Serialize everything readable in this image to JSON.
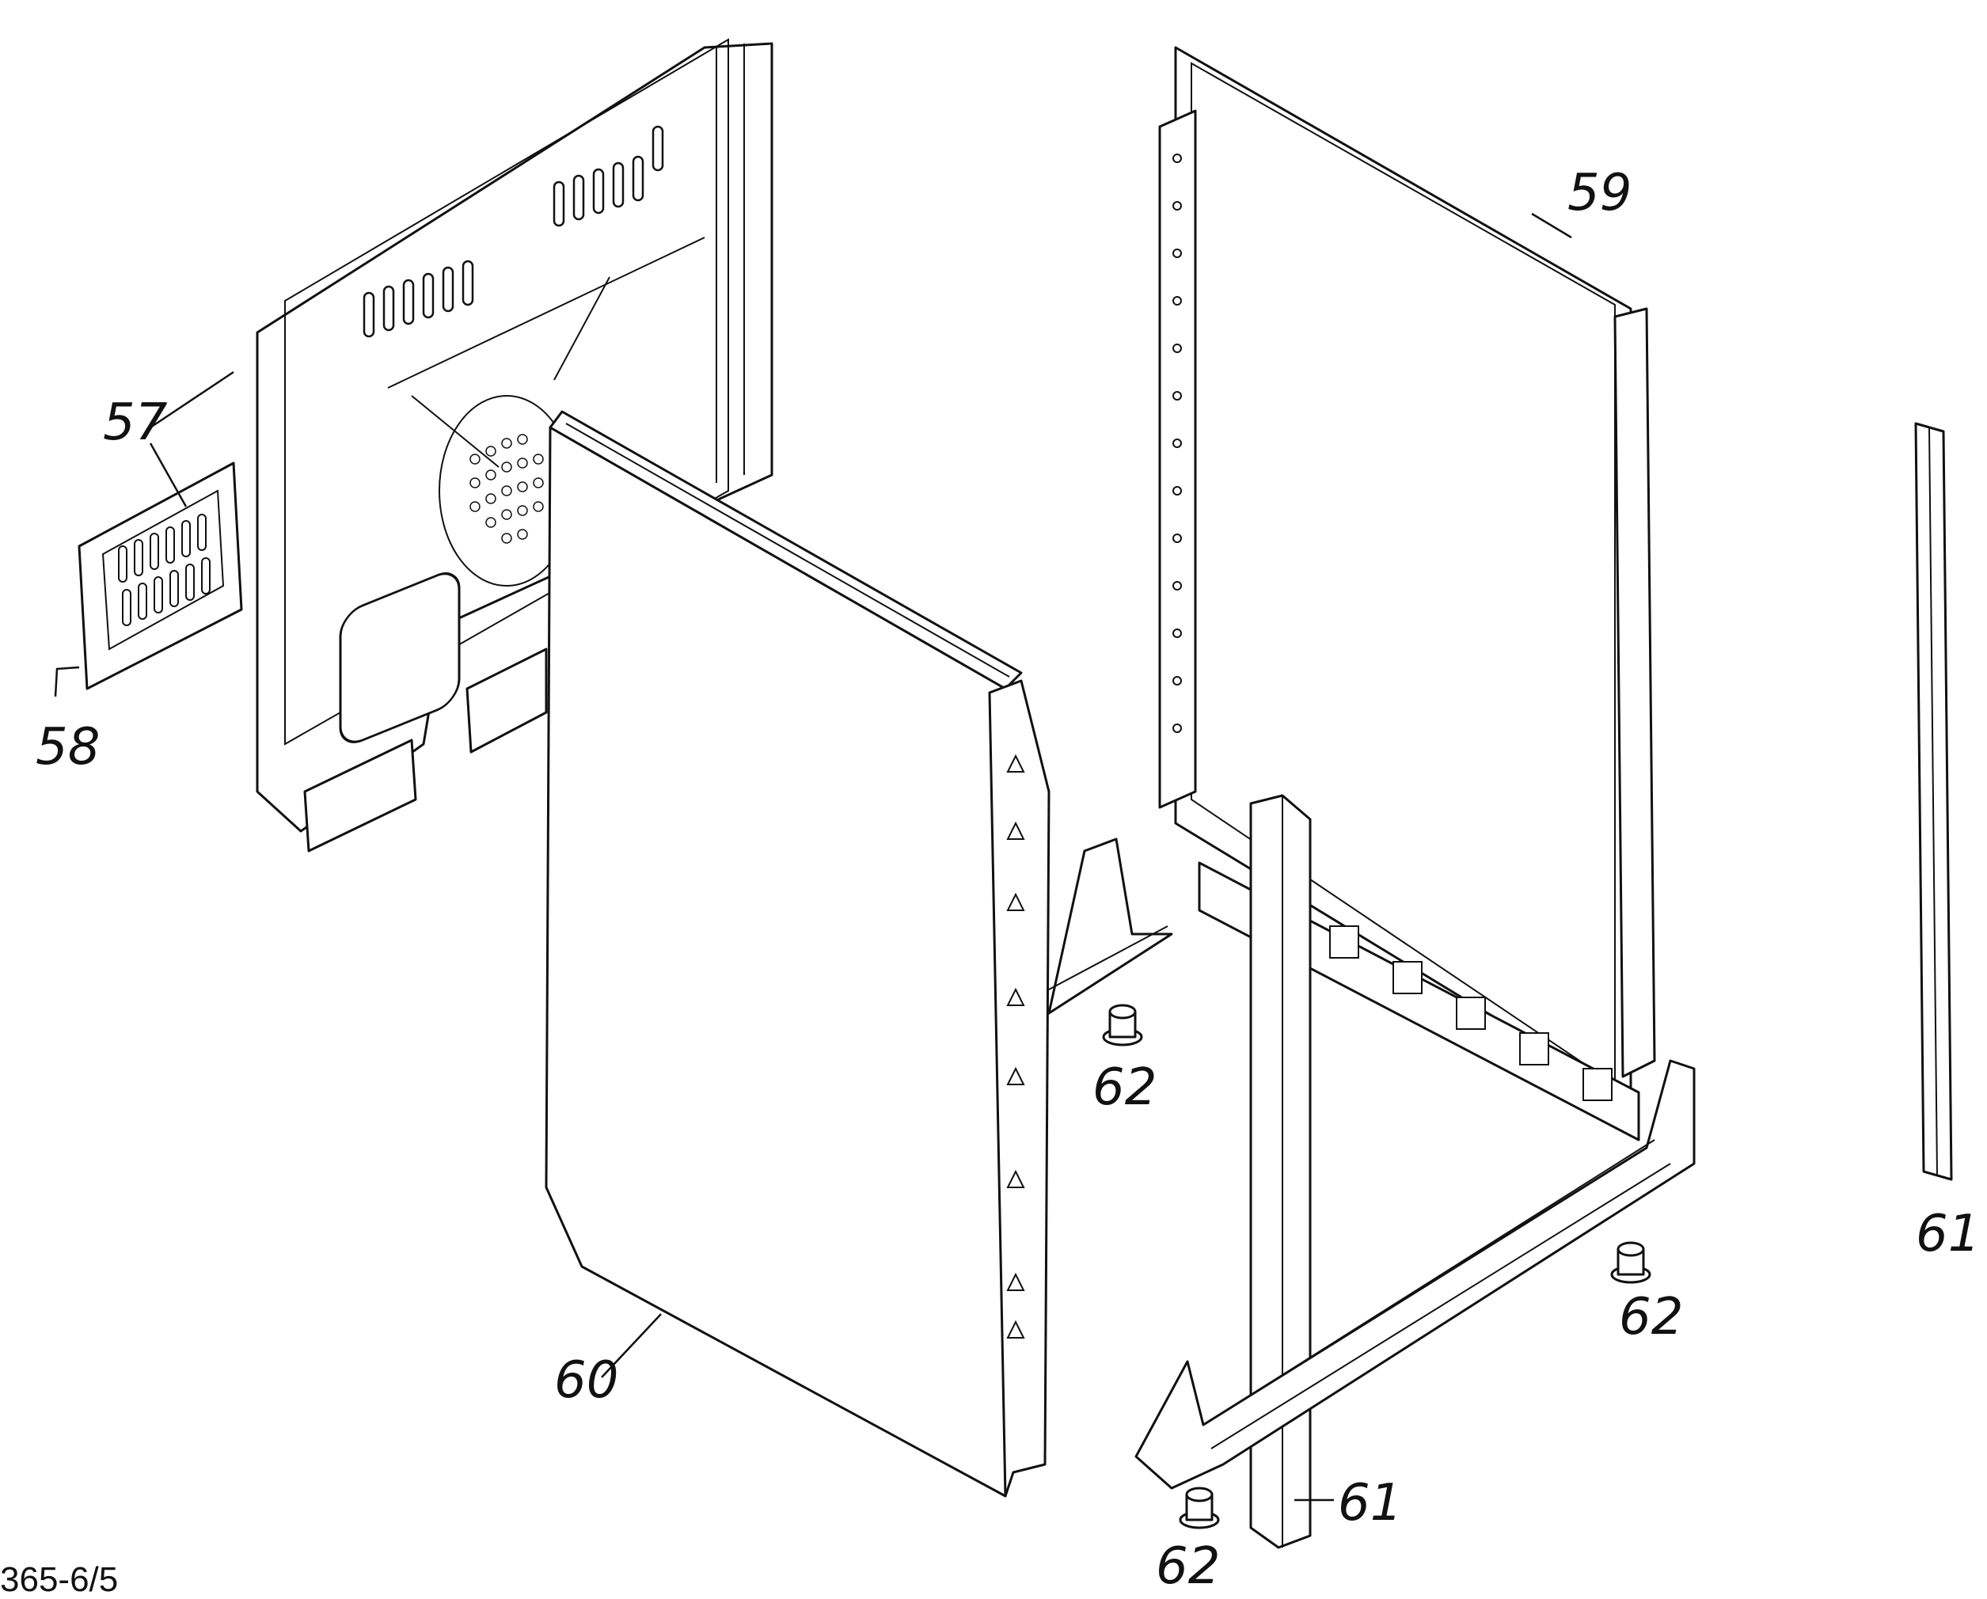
{
  "diagram": {
    "drawing_code": "365-6/5",
    "callouts": {
      "c57": "57",
      "c58": "58",
      "c59": "59",
      "c60": "60",
      "c61_right": "61",
      "c61_bottom": "61",
      "c62_center": "62",
      "c62_right": "62",
      "c62_bottom": "62"
    }
  }
}
